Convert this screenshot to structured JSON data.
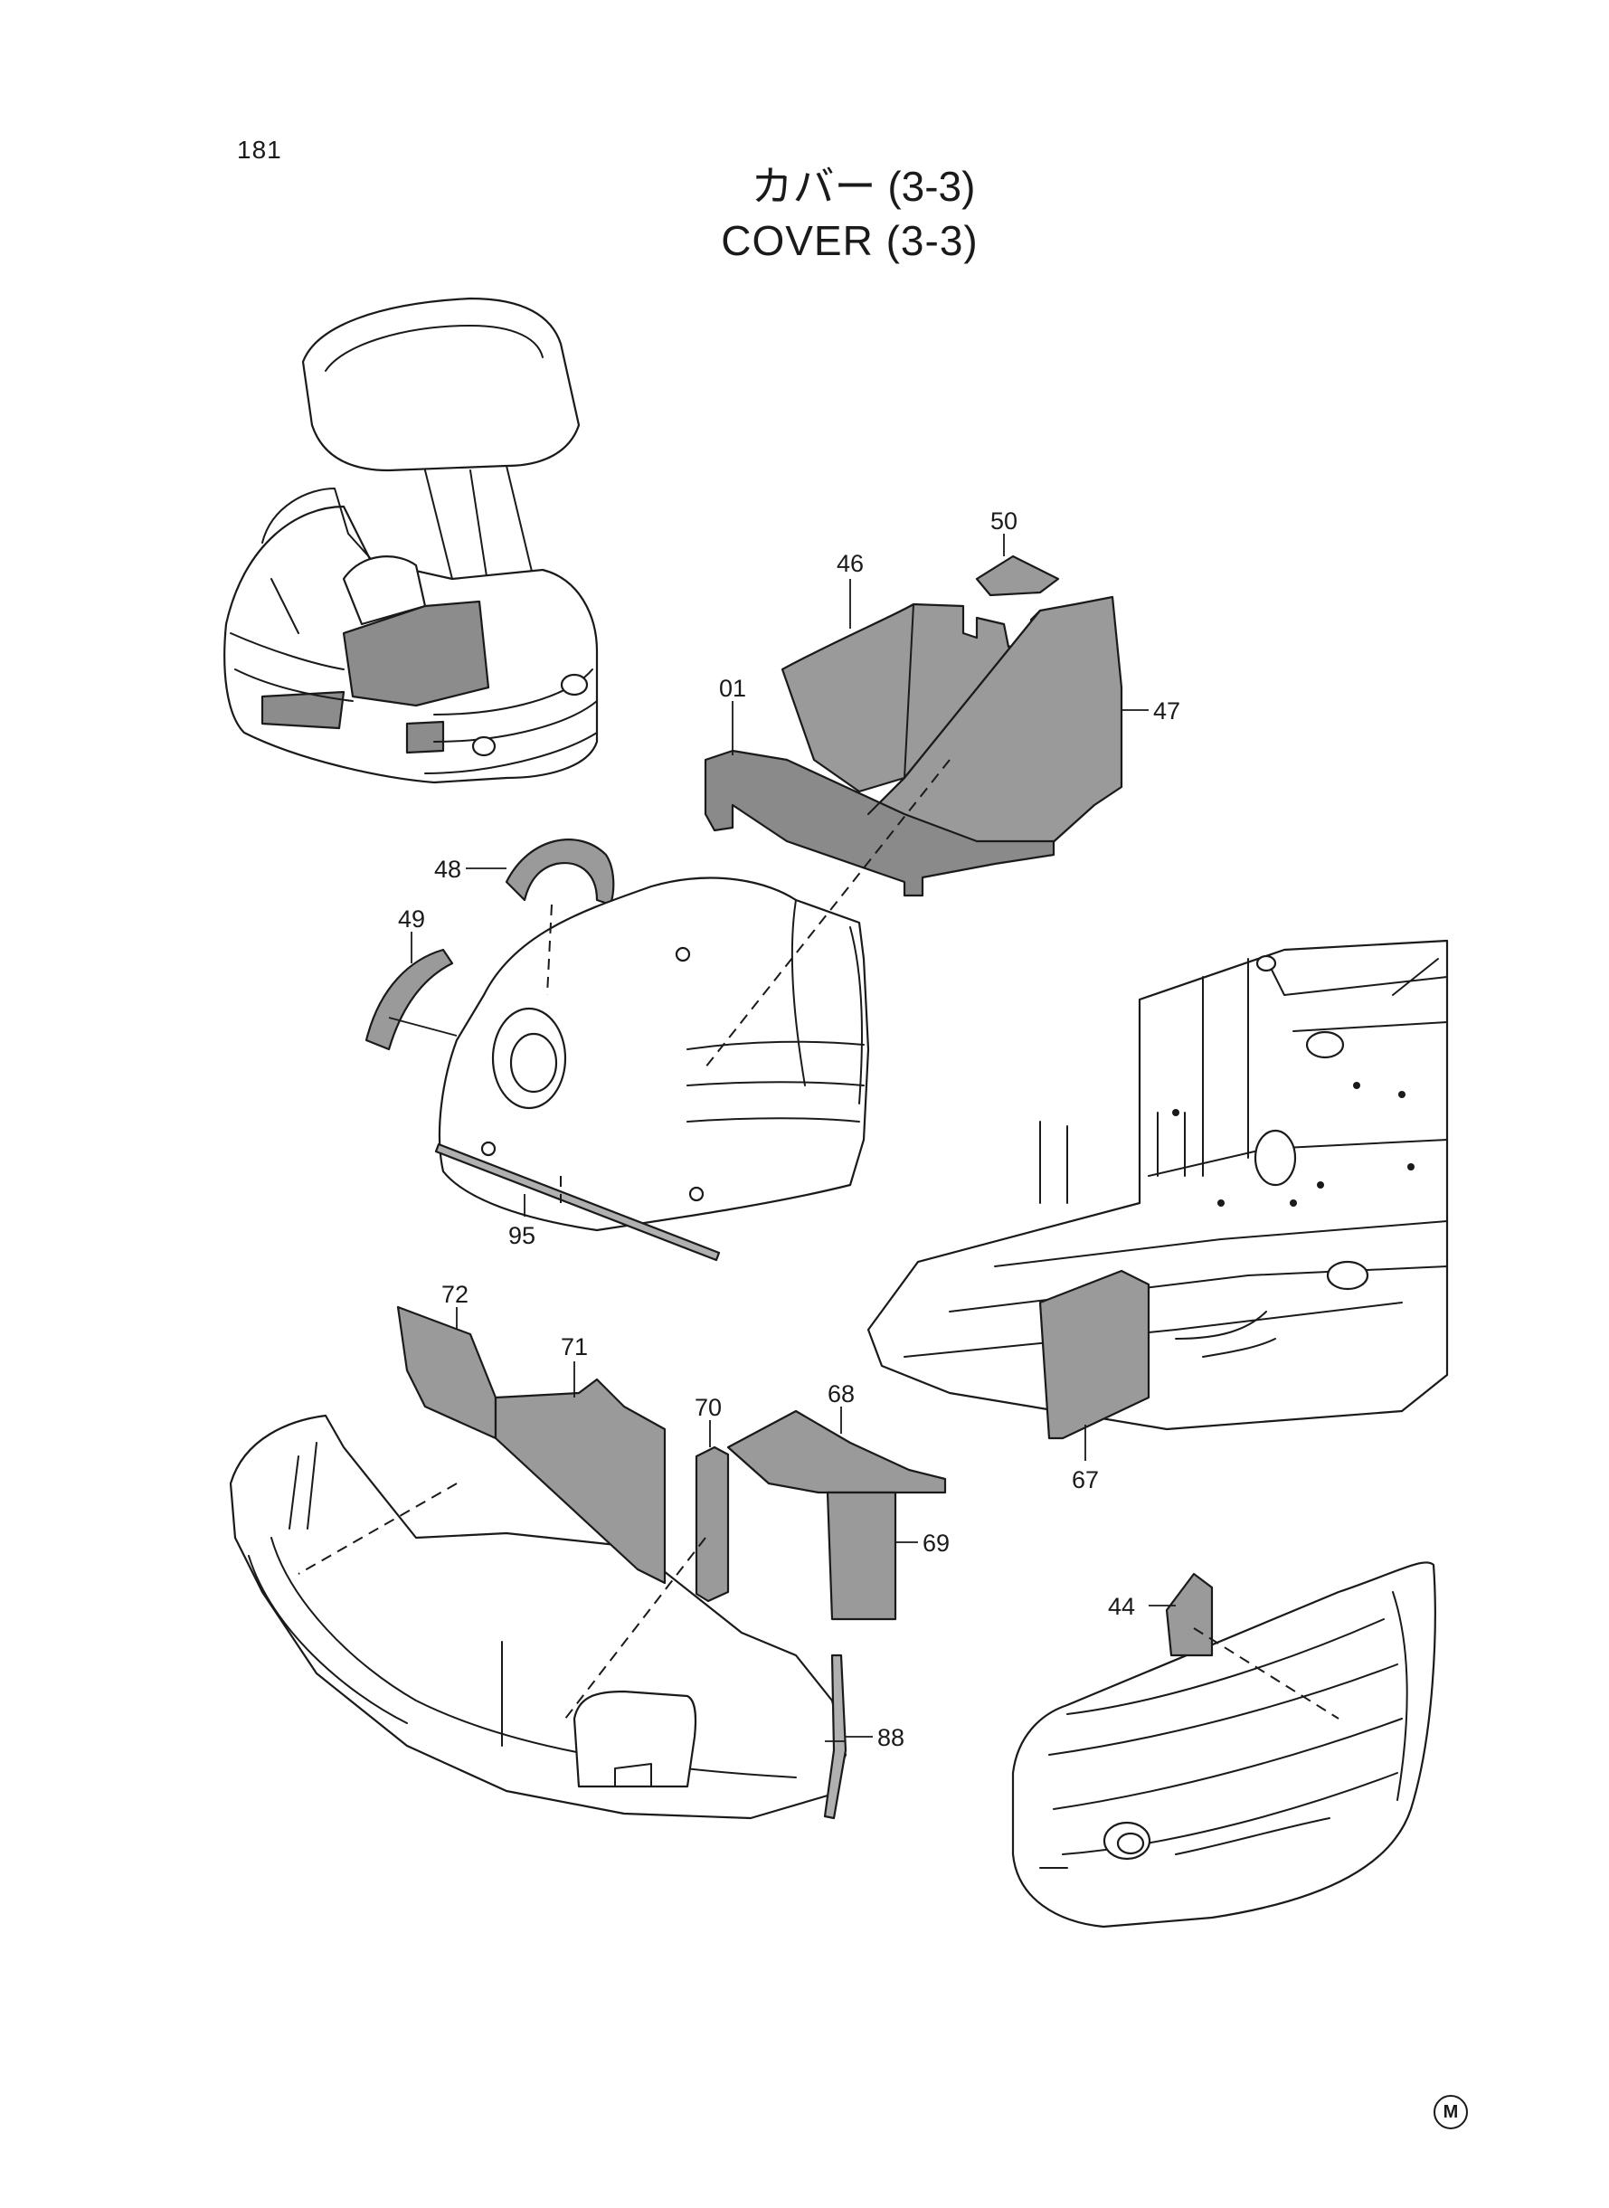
{
  "page_number": "181",
  "title": {
    "japanese": "カバー (3-3)",
    "english": "COVER (3-3)"
  },
  "colors": {
    "line": "#1a1a1a",
    "pad_fill": "#9a9a9a",
    "background": "#ffffff"
  },
  "callouts": {
    "c50": "50",
    "c46": "46",
    "c01": "01",
    "c47": "47",
    "c48": "48",
    "c49": "49",
    "c95": "95",
    "c72": "72",
    "c71": "71",
    "c70": "70",
    "c68": "68",
    "c69": "69",
    "c67": "67",
    "c44": "44",
    "c88": "88"
  },
  "maker_mark": "M"
}
